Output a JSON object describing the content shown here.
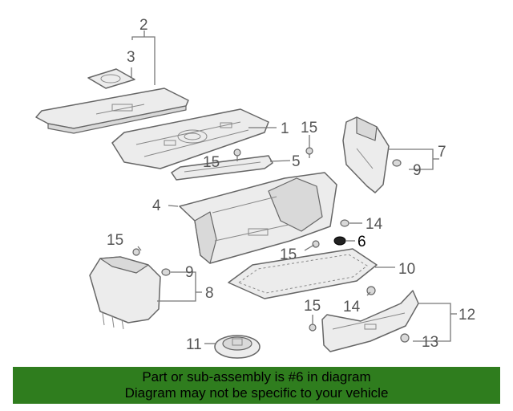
{
  "callouts": {
    "c1": "1",
    "c2": "2",
    "c3": "3",
    "c4": "4",
    "c5": "5",
    "c6": "6",
    "c7": "7",
    "c8": "8",
    "c9a": "9",
    "c9b": "9",
    "c10": "10",
    "c11": "11",
    "c12": "12",
    "c13": "13",
    "c14a": "14",
    "c14b": "14",
    "c15a": "15",
    "c15b": "15",
    "c15c": "15",
    "c15d": "15",
    "c15e": "15"
  },
  "highlighted_part": "6",
  "colors": {
    "banner": "#2f7d1e",
    "callout": "#555555",
    "highlight": "#000000"
  },
  "banner": {
    "line1": "Part or sub-assembly is #6 in diagram",
    "line2": "Diagram may not be specific to your vehicle"
  }
}
